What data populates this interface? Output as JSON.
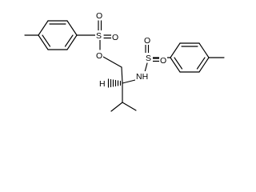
{
  "molecule": {
    "atoms": {
      "o_ester": "O",
      "s_ester": "S",
      "o_ester_top1": "O",
      "o_ester_top2": "O",
      "s_amide": "S",
      "o_amide_left": "O",
      "o_amide_right": "O",
      "n_amide": "NH",
      "h_stereo": "H"
    }
  }
}
